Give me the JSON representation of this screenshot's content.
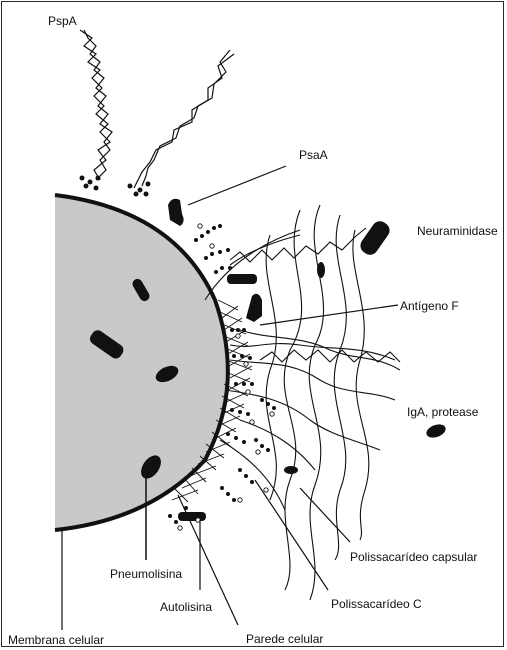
{
  "labels": {
    "pspa": "PspA",
    "psaa": "PsaA",
    "neuraminidase": "Neuraminidase",
    "antigen_f": "Antígeno F",
    "iga_protease": "IgA, protease",
    "capsular": "Polissacarídeo capsular",
    "polysaccharide_c": "Polissacarídeo C",
    "cell_wall": "Parede celular",
    "autolysin": "Autolisina",
    "pneumolysin": "Pneumolisina",
    "cell_membrane": "Membrana celular"
  },
  "colors": {
    "cell_fill": "#c9c9c9",
    "ink": "#111111",
    "background": "#ffffff"
  }
}
